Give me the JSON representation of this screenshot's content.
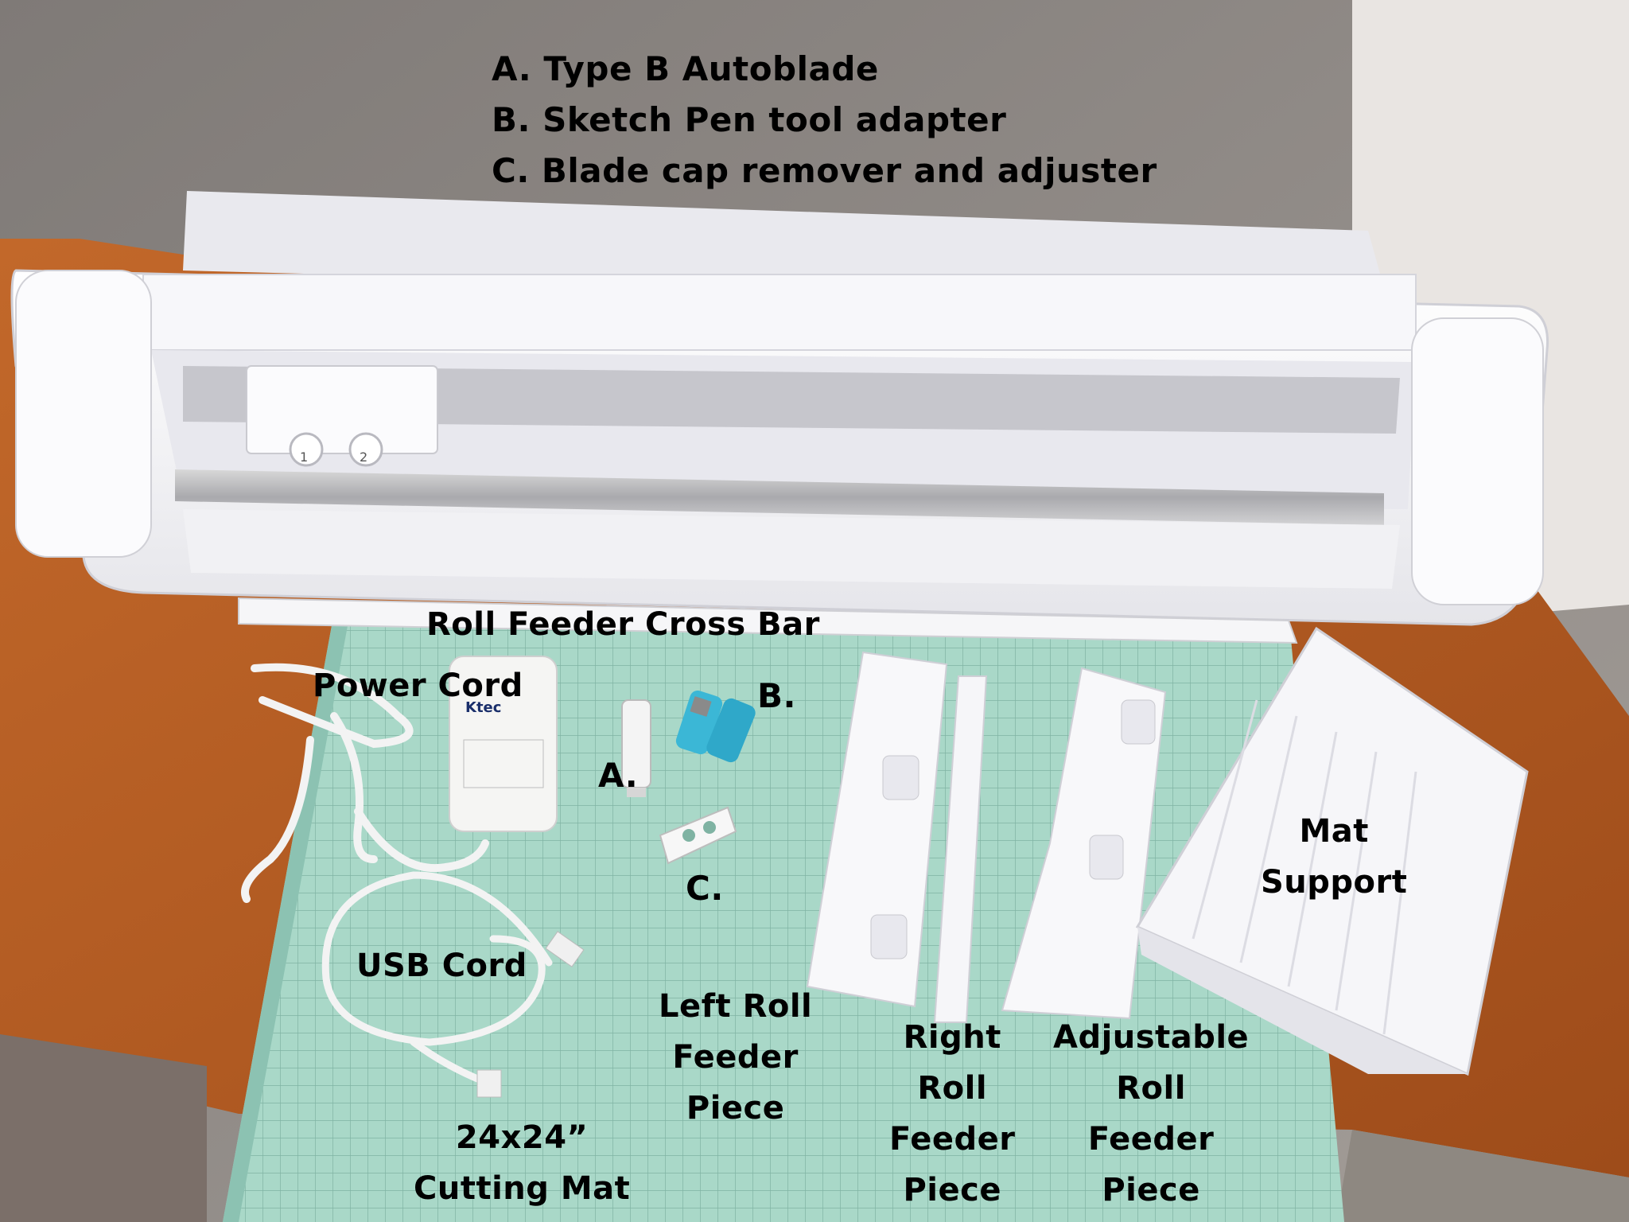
{
  "legend": [
    "A. Type B Autoblade",
    "B. Sketch Pen tool adapter",
    "C. Blade cap remover and adjuster"
  ],
  "callouts": {
    "cross_bar": "Roll Feeder Cross Bar",
    "power_cord": "Power Cord",
    "b": "B.",
    "a": "A.",
    "c": "C.",
    "mat_support": [
      "Mat",
      "Support"
    ],
    "usb_cord": "USB Cord",
    "left_roll": [
      "Left Roll",
      "Feeder",
      "Piece"
    ],
    "right_roll": [
      "Right",
      "Roll",
      "Feeder",
      "Piece"
    ],
    "adjustable_roll": [
      "Adjustable",
      "Roll",
      "Feeder",
      "Piece"
    ],
    "cutting_mat": [
      "24x24”",
      "Cutting Mat"
    ]
  },
  "device_marks": {
    "tool_slot_1": "1",
    "tool_slot_2": "2",
    "adapter_brand": "Ktec"
  },
  "colors": {
    "wall": "#8f8a86",
    "table": "#b85d24",
    "mat": "#a9d8c8",
    "machine": "#f4f4f6",
    "blue_tool": "#3bb7d6"
  }
}
